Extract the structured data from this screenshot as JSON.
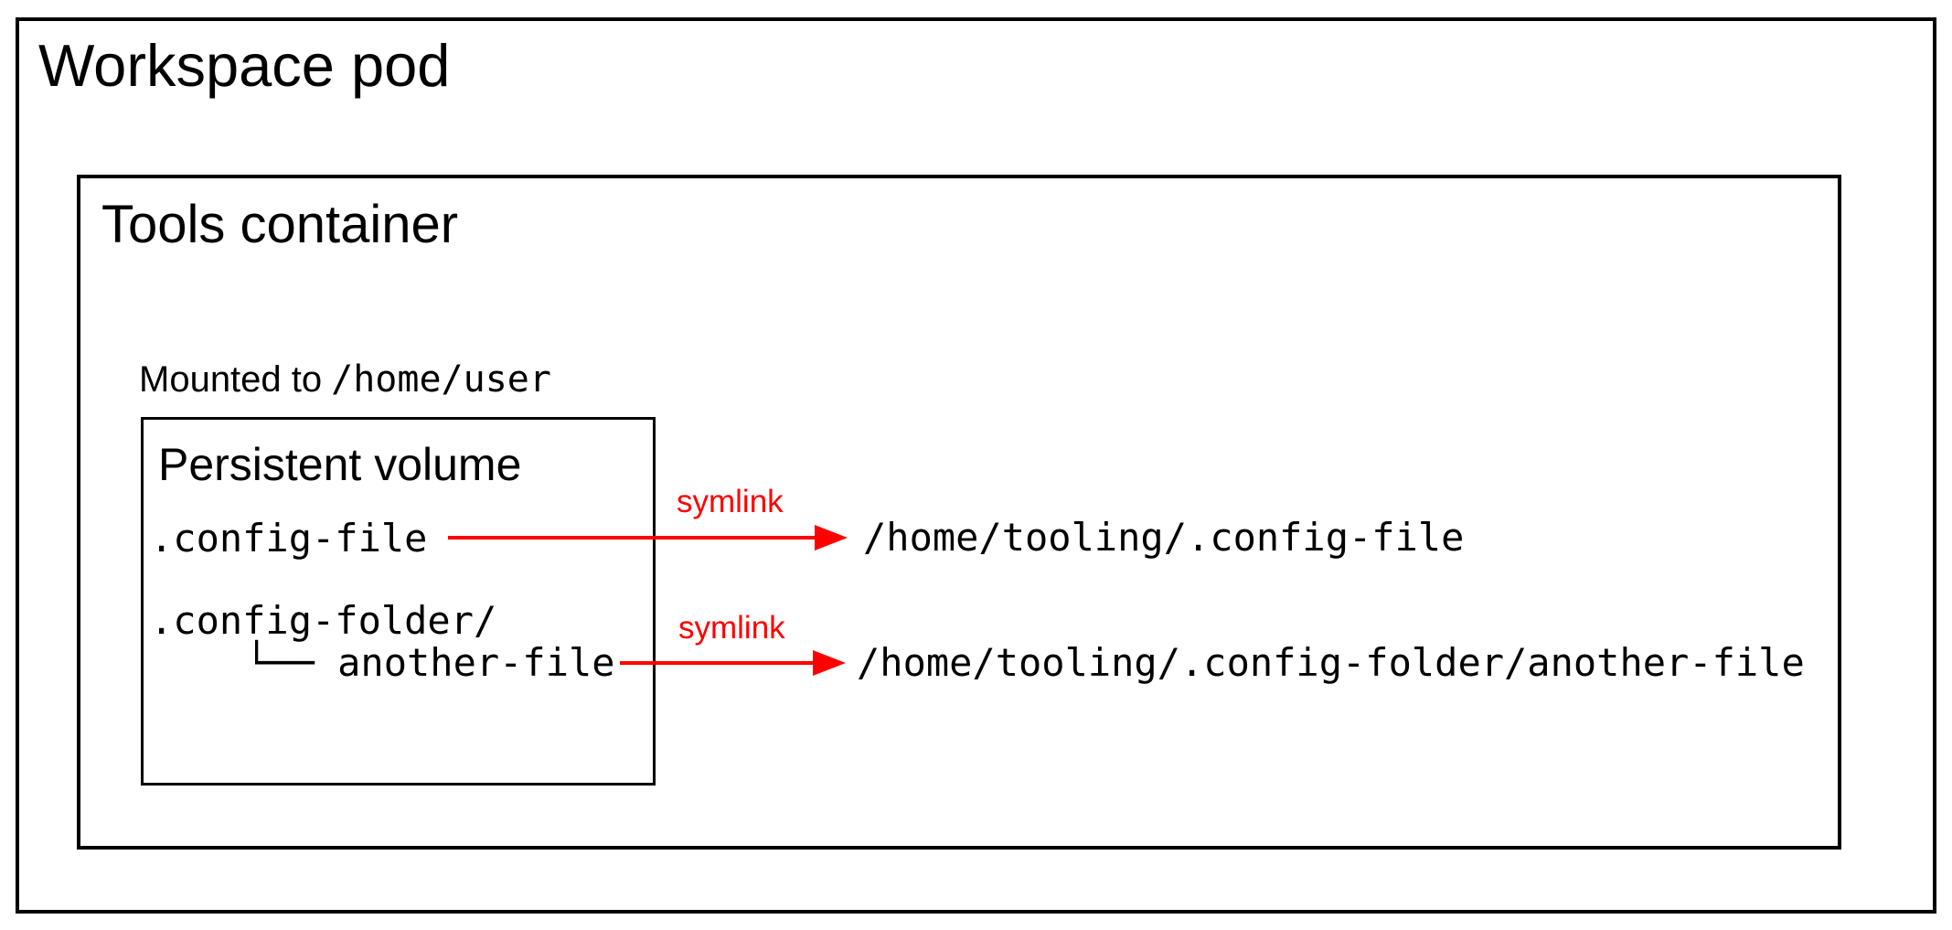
{
  "diagram": {
    "workspace_pod": {
      "title": "Workspace pod"
    },
    "tools_container": {
      "title": "Tools container"
    },
    "mount_label": {
      "prefix": "Mounted to",
      "path": "/home/user"
    },
    "persistent_volume": {
      "title": "Persistent volume",
      "entries": [
        {
          "name": ".config-file"
        },
        {
          "name": ".config-folder/",
          "child": "└── another-file"
        }
      ]
    },
    "symlinks": [
      {
        "label": "symlink",
        "target": "/home/tooling/.config-file"
      },
      {
        "label": "symlink",
        "target": "/home/tooling/.config-folder/another-file"
      }
    ],
    "colors": {
      "accent": "#ff0000",
      "border": "#000000",
      "background": "#ffffff"
    }
  }
}
